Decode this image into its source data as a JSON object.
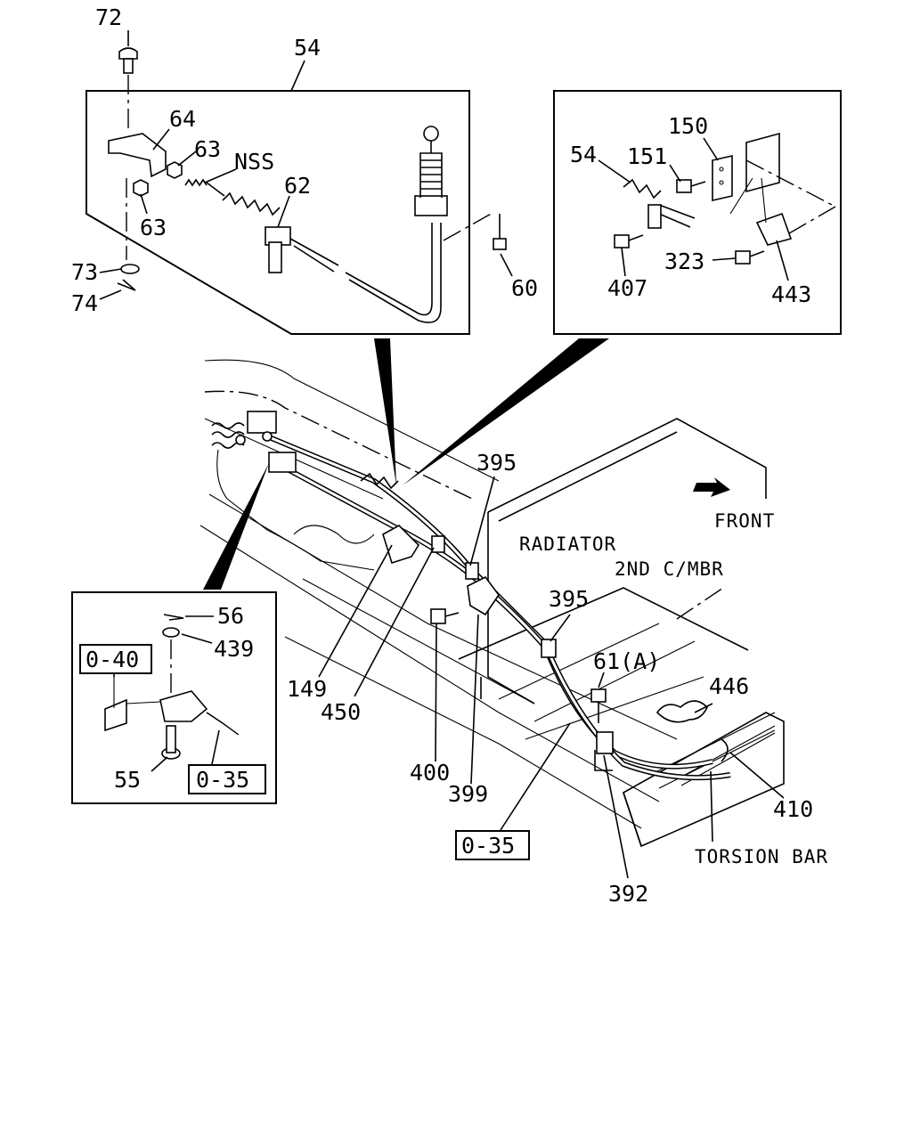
{
  "callouts": {
    "c72": "72",
    "c54_top": "54",
    "c64": "64",
    "c63_a": "63",
    "c63_b": "63",
    "cNSS": "NSS",
    "c62": "62",
    "c60": "60",
    "c73": "73",
    "c74": "74",
    "c150": "150",
    "c151": "151",
    "c54_right": "54",
    "c407": "407",
    "c323": "323",
    "c443": "443",
    "c395_a": "395",
    "c395_b": "395",
    "c61": "61(A)",
    "c446": "446",
    "c149": "149",
    "c450": "450",
    "c400": "400",
    "c399": "399",
    "c410": "410",
    "c392": "392",
    "c56": "56",
    "c439": "439",
    "c55": "55",
    "ref_040": "0-40",
    "ref_035_inset": "0-35",
    "ref_035_main": "0-35"
  },
  "annotations": {
    "front": "FRONT",
    "radiator": "RADIATOR",
    "second_cmbr": "2ND C/MBR",
    "torsion_bar": "TORSION BAR"
  }
}
